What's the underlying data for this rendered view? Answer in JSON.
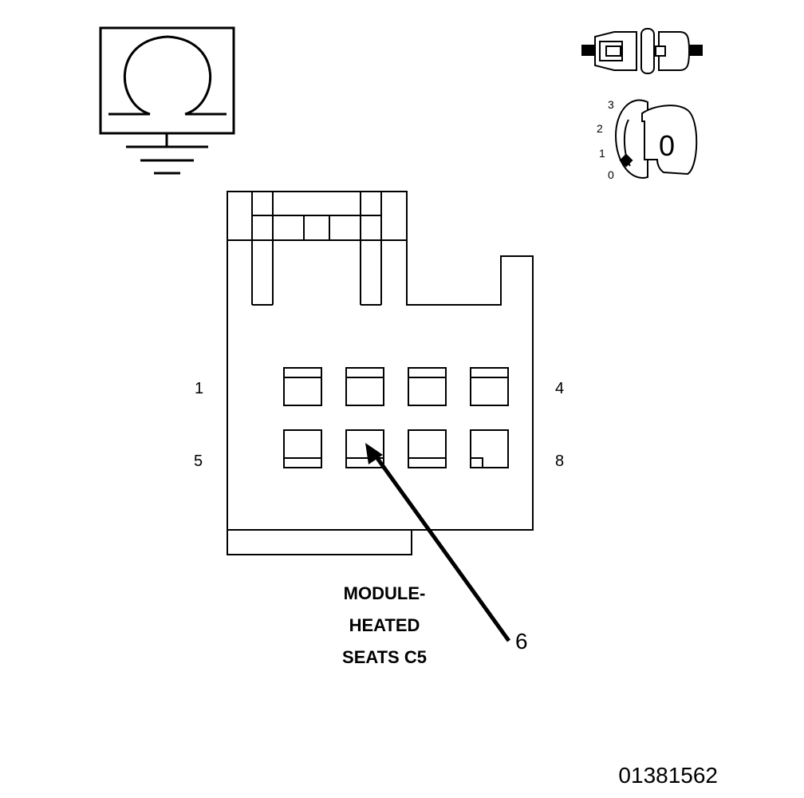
{
  "ignition_key": {
    "positions": [
      "3",
      "2",
      "1",
      "0"
    ],
    "key_glyph": "0"
  },
  "connector": {
    "pin_label_top_left": "1",
    "pin_label_top_right": "4",
    "pin_label_bottom_left": "5",
    "pin_label_bottom_right": "8"
  },
  "callout": {
    "line1": "MODULE-",
    "line2": "HEATED",
    "line3": "SEATS C5",
    "pin_number": "6"
  },
  "figure_id": "01381562",
  "icons": {
    "ohmmeter": "ohmmeter-icon",
    "ground": "ground-icon",
    "connector_plug": "connector-plug-icon",
    "ignition_key": "ignition-key-icon"
  }
}
